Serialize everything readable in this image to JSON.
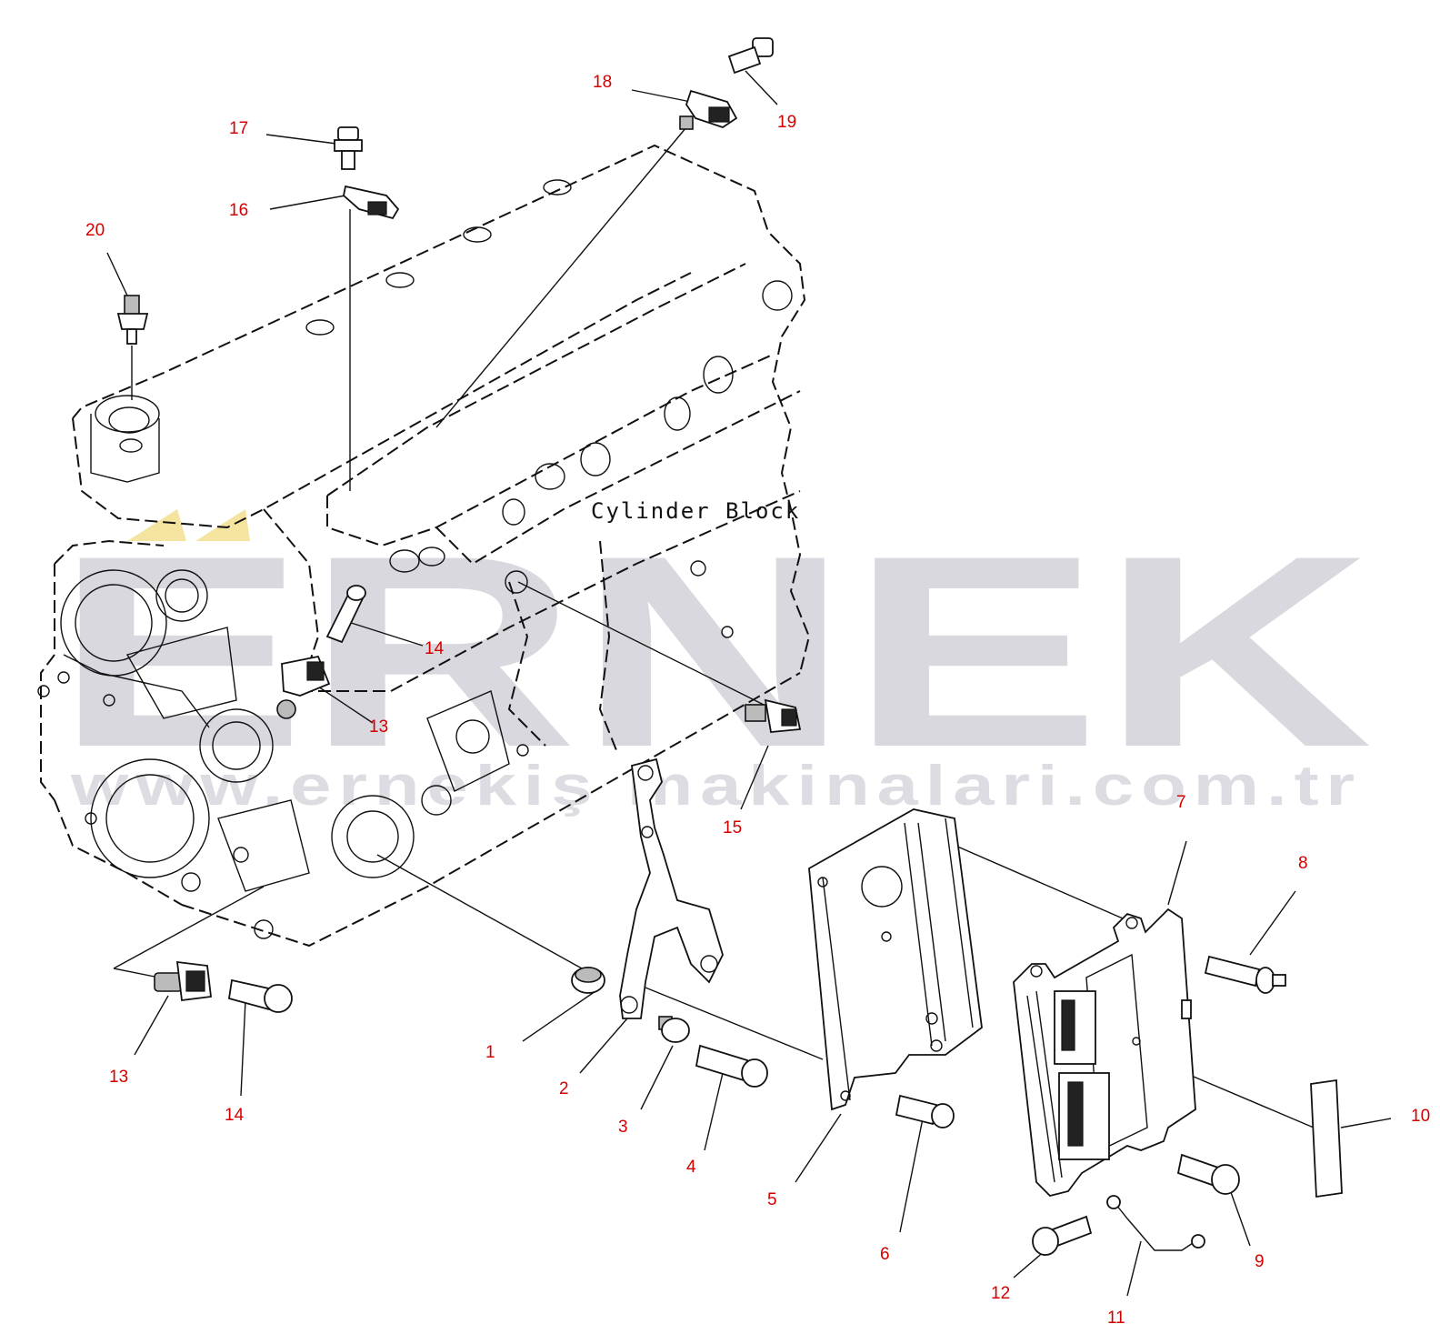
{
  "watermark": {
    "brand": "ERNEK",
    "url": "www.ernekiş makinalari.com.tr"
  },
  "diagram": {
    "block_label": "Cylinder Block",
    "callouts": [
      {
        "id": "c1",
        "label": "1"
      },
      {
        "id": "c2",
        "label": "2"
      },
      {
        "id": "c3",
        "label": "3"
      },
      {
        "id": "c4",
        "label": "4"
      },
      {
        "id": "c5",
        "label": "5"
      },
      {
        "id": "c6",
        "label": "6"
      },
      {
        "id": "c7",
        "label": "7"
      },
      {
        "id": "c8",
        "label": "8"
      },
      {
        "id": "c9",
        "label": "9"
      },
      {
        "id": "c10",
        "label": "10"
      },
      {
        "id": "c11",
        "label": "11"
      },
      {
        "id": "c12",
        "label": "12"
      },
      {
        "id": "c13a",
        "label": "13"
      },
      {
        "id": "c13b",
        "label": "13"
      },
      {
        "id": "c14a",
        "label": "14"
      },
      {
        "id": "c14b",
        "label": "14"
      },
      {
        "id": "c15",
        "label": "15"
      },
      {
        "id": "c16",
        "label": "16"
      },
      {
        "id": "c17",
        "label": "17"
      },
      {
        "id": "c18",
        "label": "18"
      },
      {
        "id": "c19",
        "label": "19"
      },
      {
        "id": "c20",
        "label": "20"
      }
    ]
  },
  "colors": {
    "callout": "#d40000",
    "watermark": "#d8d8de",
    "line": "#111111"
  }
}
